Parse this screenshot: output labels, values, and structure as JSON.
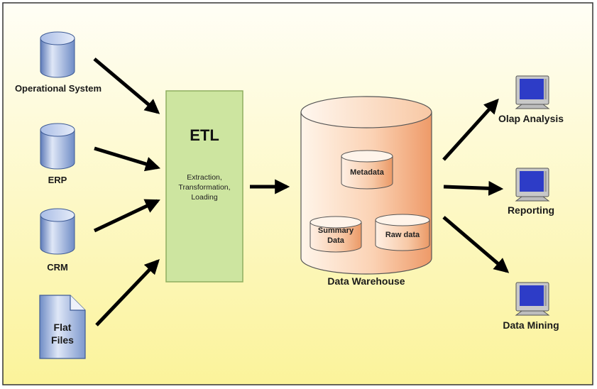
{
  "sources": [
    {
      "label": "Operational System",
      "icon": "database-cylinder-icon"
    },
    {
      "label": "ERP",
      "icon": "database-cylinder-icon"
    },
    {
      "label": "CRM",
      "icon": "database-cylinder-icon"
    },
    {
      "label_lines": [
        "Flat",
        "Files"
      ],
      "icon": "document-icon"
    }
  ],
  "etl": {
    "title": "ETL",
    "description_lines": [
      "Extraction,",
      "Transformation,",
      "Loading"
    ]
  },
  "warehouse": {
    "label": "Data Warehouse",
    "components": {
      "metadata": "Metadata",
      "summary_lines": [
        "Summary",
        "Data"
      ],
      "raw": "Raw data"
    }
  },
  "outputs": [
    {
      "label": "Olap Analysis",
      "icon": "computer-monitor-icon"
    },
    {
      "label": "Reporting",
      "icon": "computer-monitor-icon"
    },
    {
      "label": "Data Mining",
      "icon": "computer-monitor-icon"
    }
  ],
  "colors": {
    "background_top": "#fffef6",
    "background_bottom": "#fbf39a",
    "cylinder_blue_light": "#c9d7f0",
    "cylinder_blue_dark": "#5d7ab8",
    "etl_box_fill": "#cde5a0",
    "etl_box_border": "#8fae60",
    "warehouse_light": "#fff3e6",
    "warehouse_dark": "#f0a070",
    "arrow": "#000000"
  }
}
